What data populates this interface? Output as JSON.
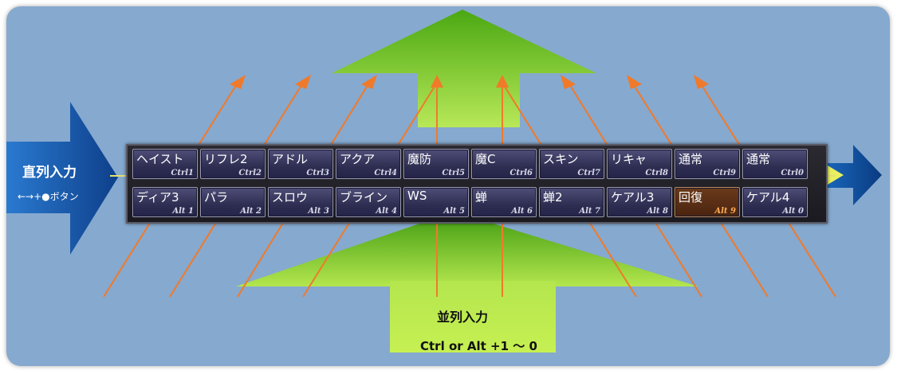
{
  "serial_input": {
    "title": "直列入力",
    "subtitle": "←→+●ボタン"
  },
  "parallel_input": {
    "title": "並列入力",
    "subtitle": "Ctrl or Alt +1 〜 0"
  },
  "palette": {
    "ctrl_row": [
      {
        "label": "ヘイスト",
        "shortcut": "Ctrl1"
      },
      {
        "label": "リフレ2",
        "shortcut": "Ctrl2"
      },
      {
        "label": "アドル",
        "shortcut": "Ctrl3"
      },
      {
        "label": "アクア",
        "shortcut": "Ctrl4"
      },
      {
        "label": "魔防",
        "shortcut": "Ctrl5"
      },
      {
        "label": "魔C",
        "shortcut": "Ctrl6"
      },
      {
        "label": "スキン",
        "shortcut": "Ctrl7"
      },
      {
        "label": "リキャ",
        "shortcut": "Ctrl8"
      },
      {
        "label": "通常",
        "shortcut": "Ctrl9"
      },
      {
        "label": "通常",
        "shortcut": "Ctrl0"
      }
    ],
    "alt_row": [
      {
        "label": "ディア3",
        "shortcut": "Alt 1"
      },
      {
        "label": "パラ",
        "shortcut": "Alt 2"
      },
      {
        "label": "スロウ",
        "shortcut": "Alt 3"
      },
      {
        "label": "ブライン",
        "shortcut": "Alt 4"
      },
      {
        "label": "WS",
        "shortcut": "Alt 5"
      },
      {
        "label": "蝉",
        "shortcut": "Alt 6"
      },
      {
        "label": "蝉2",
        "shortcut": "Alt 7"
      },
      {
        "label": "ケアル3",
        "shortcut": "Alt 8"
      },
      {
        "label": "回復",
        "shortcut": "Alt 9",
        "active": true
      },
      {
        "label": "ケアル4",
        "shortcut": "Alt 0"
      }
    ]
  },
  "colors": {
    "background": "#86a9cf",
    "arrow_blue": "#1a5fb0",
    "arrow_green": "#6cc01e",
    "arrow_orange": "#f07a2a",
    "key_face": "#34345a",
    "active_key": "#5a2e14"
  }
}
